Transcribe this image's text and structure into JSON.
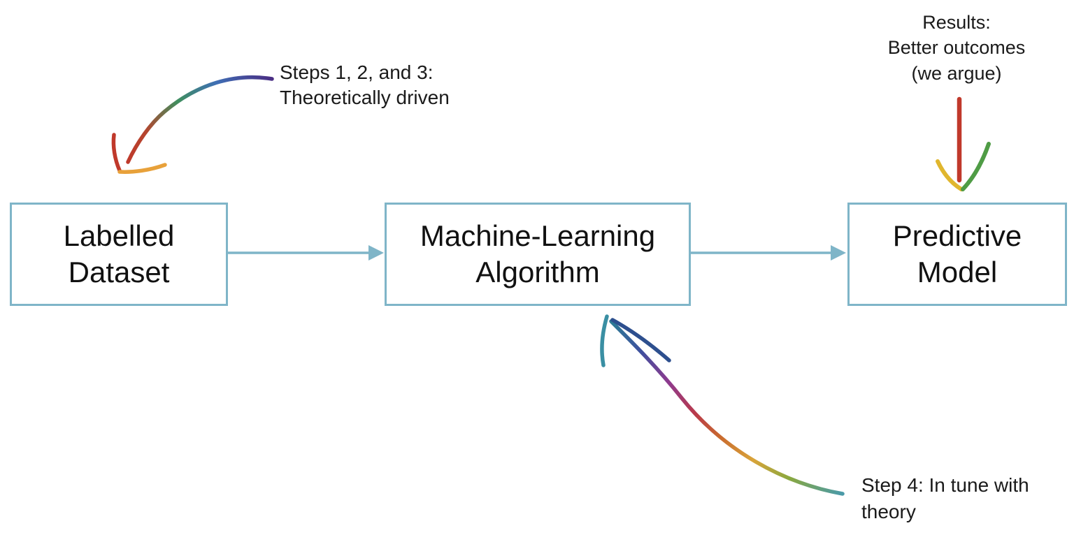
{
  "diagram": {
    "boxes": {
      "dataset": "Labelled\nDataset",
      "algorithm": "Machine-Learning\nAlgorithm",
      "model": "Predictive\nModel"
    },
    "annotations": {
      "steps": "Steps 1, 2, and 3:\nTheoretically driven",
      "results": "Results:\nBetter outcomes\n(we argue)",
      "step4": "Step 4: In tune with\ntheory"
    },
    "colors": {
      "box_border": "#7FB5C8",
      "flow_arrow": "#7FB5C8",
      "text": "#1A1A1A",
      "results_arrow_red": "#C0392B",
      "results_arrow_yellow": "#E0B62E",
      "results_arrow_green": "#4F9C45"
    },
    "icons": {
      "flow_arrow_1": "right-arrow",
      "flow_arrow_2": "right-arrow",
      "steps_arrow": "rainbow-curved-arrow-down-left",
      "step4_arrow": "rainbow-curved-arrow-up-left",
      "results_arrow": "crayon-down-arrow"
    }
  }
}
